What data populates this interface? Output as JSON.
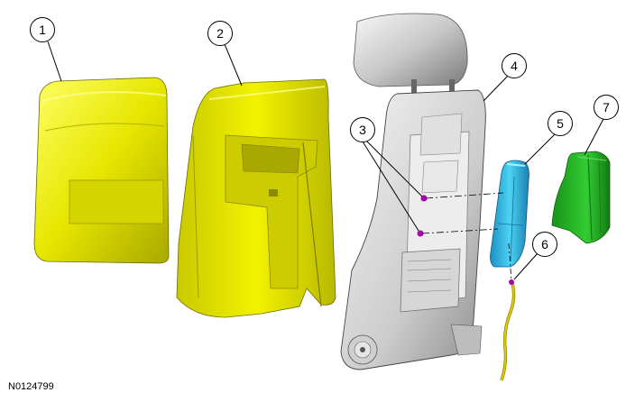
{
  "callouts": [
    "1",
    "2",
    "3",
    "4",
    "5",
    "6",
    "7"
  ],
  "reference": "N0124799",
  "colors": {
    "pad_yellow": "#e6e600",
    "frame_gray": "#d9d9d9",
    "headrest_gray": "#cfcfcf",
    "module_blue": "#37bde6",
    "cover_green": "#22b322",
    "fastener_magenta": "#b000b0",
    "wire_yellow": "#d9c400"
  }
}
